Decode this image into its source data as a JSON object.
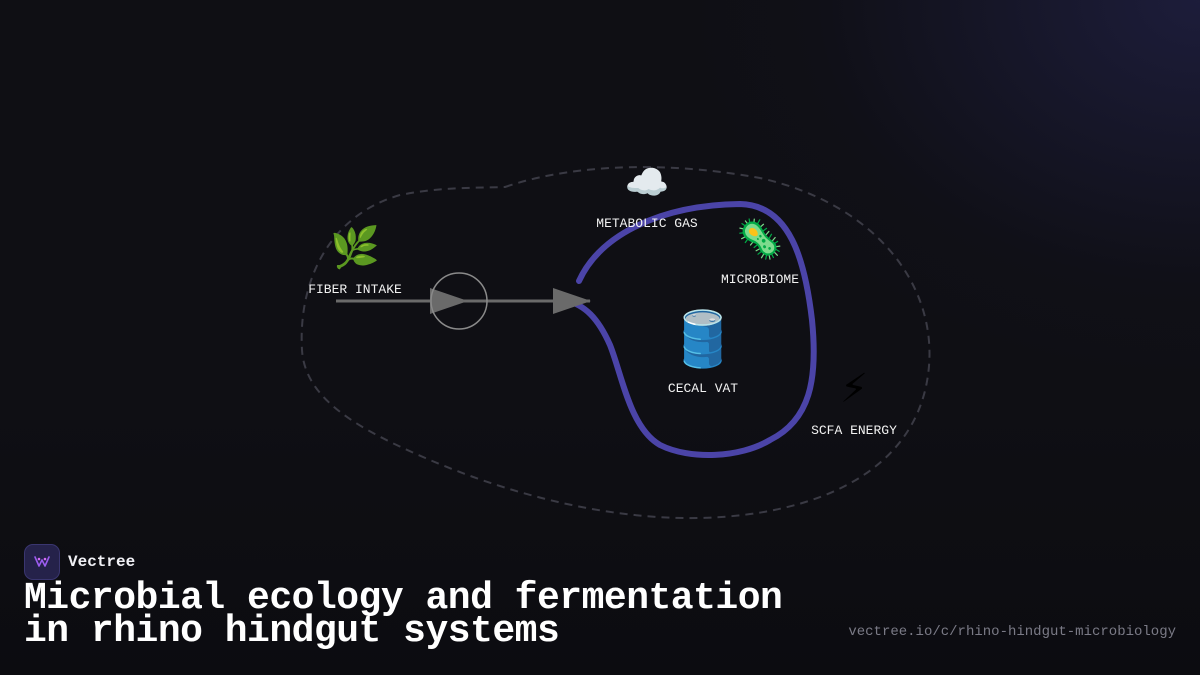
{
  "diagram": {
    "nodes": [
      {
        "id": "fiber_intake",
        "label": "FIBER INTAKE",
        "icon": "herb-icon",
        "glyph": "🌿"
      },
      {
        "id": "metabolic_gas",
        "label": "METABOLIC GAS",
        "icon": "cloud-icon",
        "glyph": "☁️"
      },
      {
        "id": "microbiome",
        "label": "MICROBIOME",
        "icon": "microbe-icon",
        "glyph": "🦠"
      },
      {
        "id": "cecal_vat",
        "label": "CECAL VAT",
        "icon": "barrel-icon",
        "glyph": "🛢️"
      },
      {
        "id": "scfa_energy",
        "label": "SCFA ENERGY",
        "icon": "lightning-icon",
        "glyph": "⚡"
      }
    ],
    "colors": {
      "loop": "#4b44a8",
      "boundary": "#3a3a44",
      "arrow": "#6a6a6a",
      "valve": "#8a8a8a"
    }
  },
  "footer": {
    "brand_name": "Vectree",
    "brand_icon": "vectree-logo-icon",
    "title": "Microbial ecology and fermentation in rhino hindgut systems",
    "url": "vectree.io/c/rhino-hindgut-microbiology"
  }
}
